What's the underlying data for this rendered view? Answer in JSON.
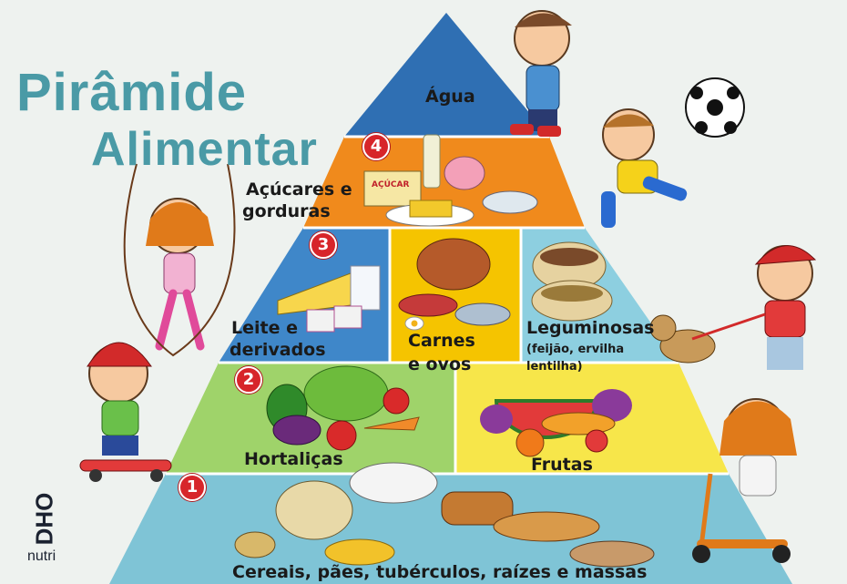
{
  "title": {
    "line1": "Pirâmide",
    "line2": "Alimentar"
  },
  "levels": [
    {
      "badge": "1",
      "labels": [
        "Cereais, pães, tubérculos, raízes e massas"
      ]
    },
    {
      "badge": "2",
      "labels": [
        "Hortaliças",
        "Frutas"
      ]
    },
    {
      "badge": "3",
      "labels": [
        "Leite e derivados",
        "Carnes e ovos",
        "Leguminosas",
        "(feijão, ervilha lentilha)"
      ]
    },
    {
      "badge": "4",
      "labels": [
        "Açúcares e gorduras"
      ]
    },
    {
      "badge": "",
      "labels": [
        "Água"
      ]
    }
  ],
  "text": {
    "agua": "Água",
    "acucares_l1": "Açúcares e",
    "acucares_l2": "gorduras",
    "leite_l1": "Leite e",
    "leite_l2": "derivados",
    "carnes_l1": "Carnes",
    "carnes_l2": "e ovos",
    "leguminosas": "Leguminosas",
    "leguminosas_note_l1": "(feijão, ervilha",
    "leguminosas_note_l2": "lentilha)",
    "hortalicas": "Hortaliças",
    "frutas": "Frutas",
    "cereais": "Cereais, pães, tubérculos, raízes e massas",
    "sugar_pack": "AÇÚCAR"
  },
  "badges": {
    "b1": "1",
    "b2": "2",
    "b3": "3",
    "b4": "4"
  },
  "logo": {
    "top": "DHO",
    "bottom": "nutri"
  },
  "colors": {
    "tier_water": "#2f6fb3",
    "tier_sugar": "#f08a1c",
    "tier_dairy": "#3f87c9",
    "tier_meat": "#f5c400",
    "tier_legumes": "#8dcfe0",
    "tier_veg": "#9fd36a",
    "tier_fruit": "#f7e64a",
    "tier_cereal": "#7fc4d6",
    "title": "#4a9aa6",
    "badge": "#d7252a"
  }
}
